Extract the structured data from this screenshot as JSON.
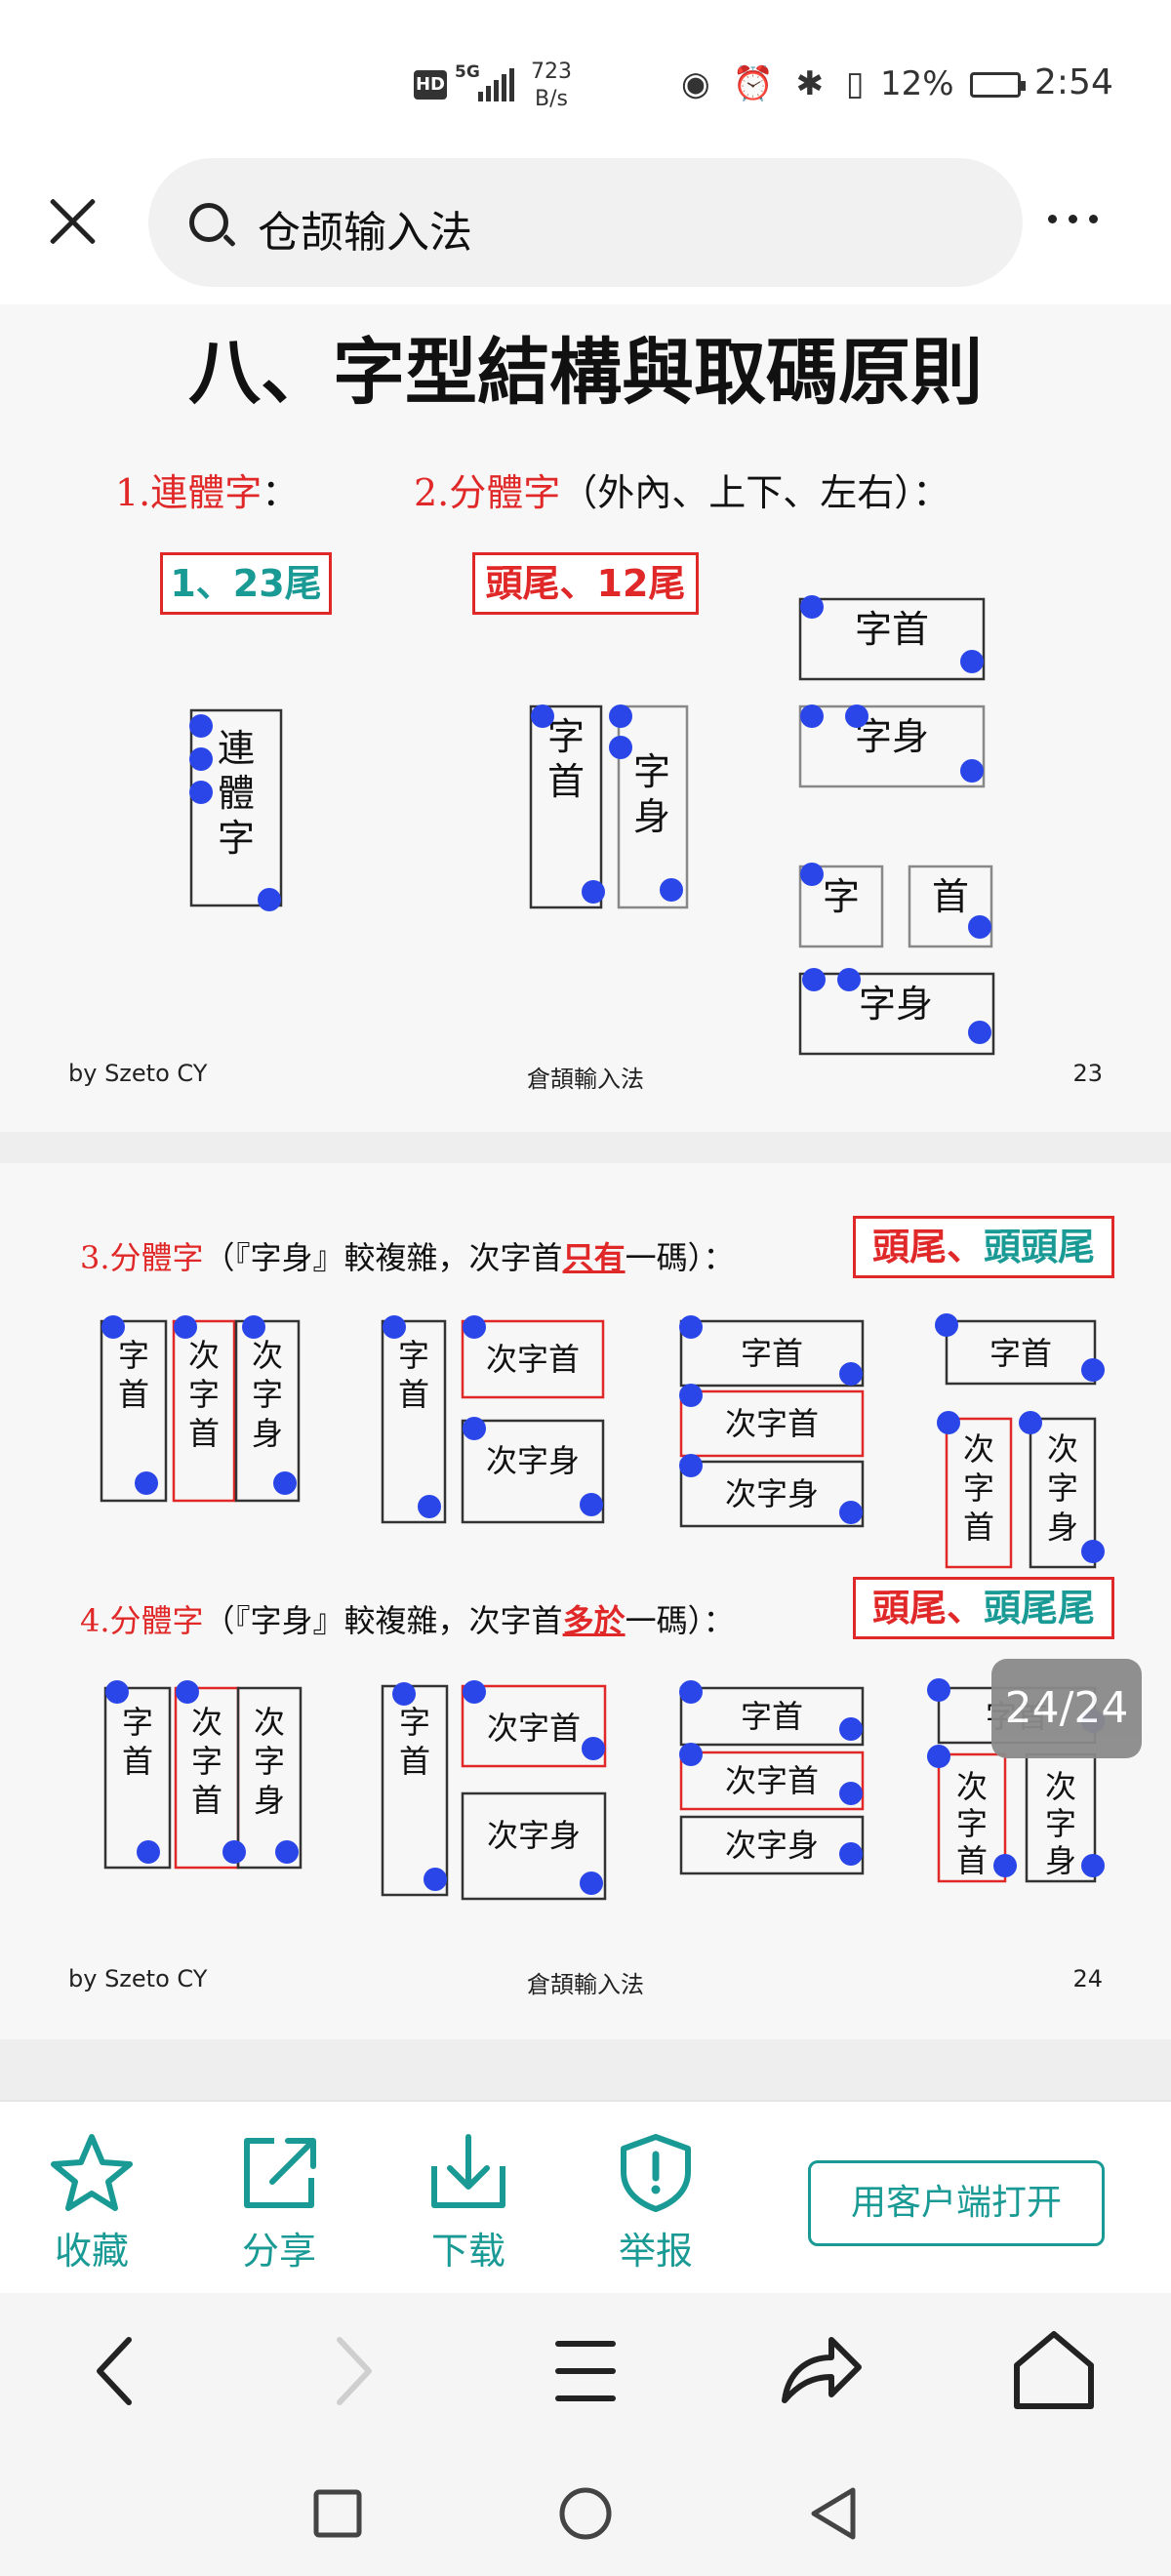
{
  "status_bar": {
    "hd": "HD",
    "network": "5G",
    "speed_value": "723",
    "speed_unit": "B/s",
    "icons": "◉ ⏰ ✱ ▯",
    "battery_pct": "12%",
    "time": "2:54"
  },
  "search": {
    "query": "仓颉输入法"
  },
  "slide23": {
    "title": "八、字型結構與取碼原則",
    "label1_num": "1.",
    "label1_text": "連體字",
    "label1_colon": "：",
    "label2_num": "2.",
    "label2_text": "分體字",
    "label2_rest": "（外內、上下、左右）：",
    "badge1": "1、23尾",
    "badge2": "頭尾、12尾",
    "footer_author": "by Szeto CY",
    "footer_title": "倉頡輸入法",
    "page_number": "23"
  },
  "slide24": {
    "label3_num": "3.",
    "label3_text": "分體字",
    "label3_rest": "（『字身』較複雜，次字首",
    "label3_em": "只有",
    "label3_end": "一碼）：",
    "badge3_a": "頭尾、",
    "badge3_b": "頭頭尾",
    "label4_num": "4.",
    "label4_text": "分體字",
    "label4_rest": "（『字身』較複雜，次字首",
    "label4_em": "多於",
    "label4_end": "一碼）：",
    "badge4_a": "頭尾、",
    "badge4_b": "頭尾尾",
    "footer_author": "by Szeto CY",
    "footer_title": "倉頡輸入法",
    "page_number": "24"
  },
  "page_counter": "24/24",
  "actions": {
    "favorite": "收藏",
    "share": "分享",
    "download": "下载",
    "report": "举报",
    "open_client": "用客户端打开"
  },
  "colors": {
    "accent": "#1a9a94",
    "red": "#e02828",
    "dot": "#2b46e8"
  }
}
